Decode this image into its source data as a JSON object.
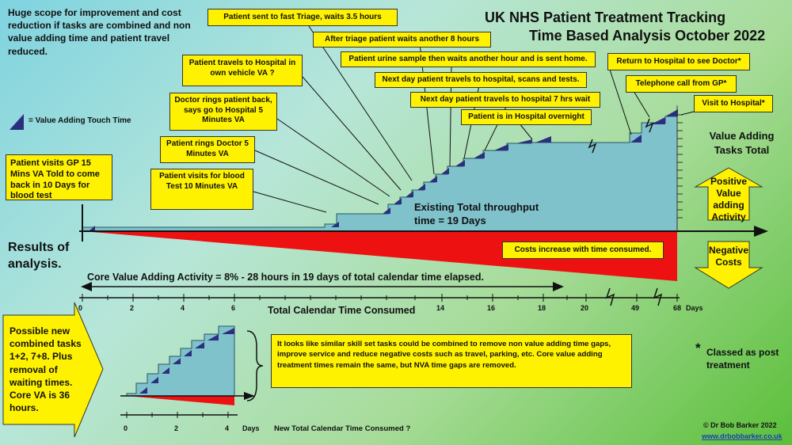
{
  "title": {
    "line1": "UK NHS Patient Treatment Tracking",
    "line2": "Time Based Analysis October 2022"
  },
  "intro": "Huge scope for improvement and cost reduction if tasks are combined and non value adding time and patient travel reduced.",
  "legend_label": "= Value Adding Touch Time",
  "gp_visit_box": "Patient visits GP 15 Mins VA Told to come back in 10 Days for blood test",
  "results_label": "Results of analysis.",
  "annotations": {
    "blood_test": "Patient visits for blood Test 10 Minutes VA",
    "rings_doctor": "Patient rings Doctor 5 Minutes VA",
    "doctor_rings_back": "Doctor rings patient back, says go to Hospital 5 Minutes VA",
    "travels_vehicle": "Patient travels to Hospital in own vehicle VA ?",
    "fast_triage": "Patient sent to fast Triage, waits 3.5 hours",
    "after_triage": "After triage patient waits another 8 hours",
    "urine_sample": "Patient urine sample then waits another hour and is sent home.",
    "next_day_scans": "Next day patient travels to hospital, scans and tests.",
    "next_day_wait": "Next day patient travels to hospital 7 hrs wait",
    "overnight": "Patient is in Hospital overnight",
    "return_doctor": "Return to Hospital to see Doctor*",
    "telephone_gp": "Telephone call from GP*",
    "visit_hospital": "Visit to Hospital*"
  },
  "throughput_label": "Existing Total throughput time = 19 Days",
  "costs_box": "Costs increase with time consumed.",
  "core_va_label": "Core Value Adding Activity = 8% - 28 hours in 19 days of total calendar time elapsed.",
  "value_adding_total": "Value Adding Tasks Total",
  "positive_arrow": "Positive Value adding Activity",
  "negative_arrow": "Negative Costs",
  "axis_title": "Total Calendar Time Consumed",
  "axis_days": "Days",
  "axis_ticks": [
    "0",
    "2",
    "4",
    "6",
    "14",
    "16",
    "18",
    "20",
    "49",
    "68"
  ],
  "proposal_arrow": "Possible new combined tasks 1+2, 7+8. Plus removal of waiting times. Core VA is 36 hours.",
  "proposal_box": "It looks like similar skill set tasks could be combined to remove non value adding time gaps, improve service and reduce negative costs such as travel, parking, etc. Core value adding treatment times remain the same, but NVA time gaps are removed.",
  "new_axis_ticks": [
    "0",
    "2",
    "4"
  ],
  "new_axis_days": "Days",
  "new_axis_title": "New Total  Calendar Time Consumed ?",
  "footnote_star": "*",
  "footnote": "Classed as post treatment",
  "copyright": "© Dr Bob Barker 2022",
  "website": "www.drbobbarker.co.uk",
  "colors": {
    "step_fill": "#7fc2cc",
    "value_triangle": "#2b2f7e",
    "cost_red": "#ee1111",
    "box_yellow": "#fff200"
  }
}
